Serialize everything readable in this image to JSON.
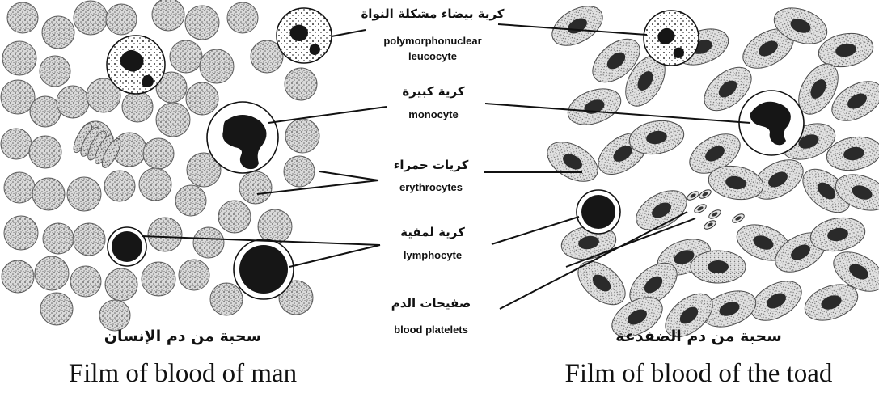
{
  "labels": [
    {
      "arabic": "كرية بيضاء مشكلة النواة",
      "english_1": "polymorphonuclear",
      "english_2": "leucocyte"
    },
    {
      "arabic": "كرية كبيرة",
      "english_1": "monocyte"
    },
    {
      "arabic": "كريات حمراء",
      "english_1": "erythrocytes"
    },
    {
      "arabic": "كرية لمفية",
      "english_1": "lymphocyte"
    },
    {
      "arabic": "صفيحات الدم",
      "english_1": "blood platelets"
    }
  ],
  "captions": {
    "man_arabic": "سحبة من دم الإنسان",
    "man_english": "Film of blood of man",
    "toad_arabic": "سحبة من دم الضفدعة",
    "toad_english": "Film of blood of the toad"
  },
  "colors": {
    "ink": "#111111",
    "stipple": "#6a6a6a",
    "background": "#ffffff"
  }
}
